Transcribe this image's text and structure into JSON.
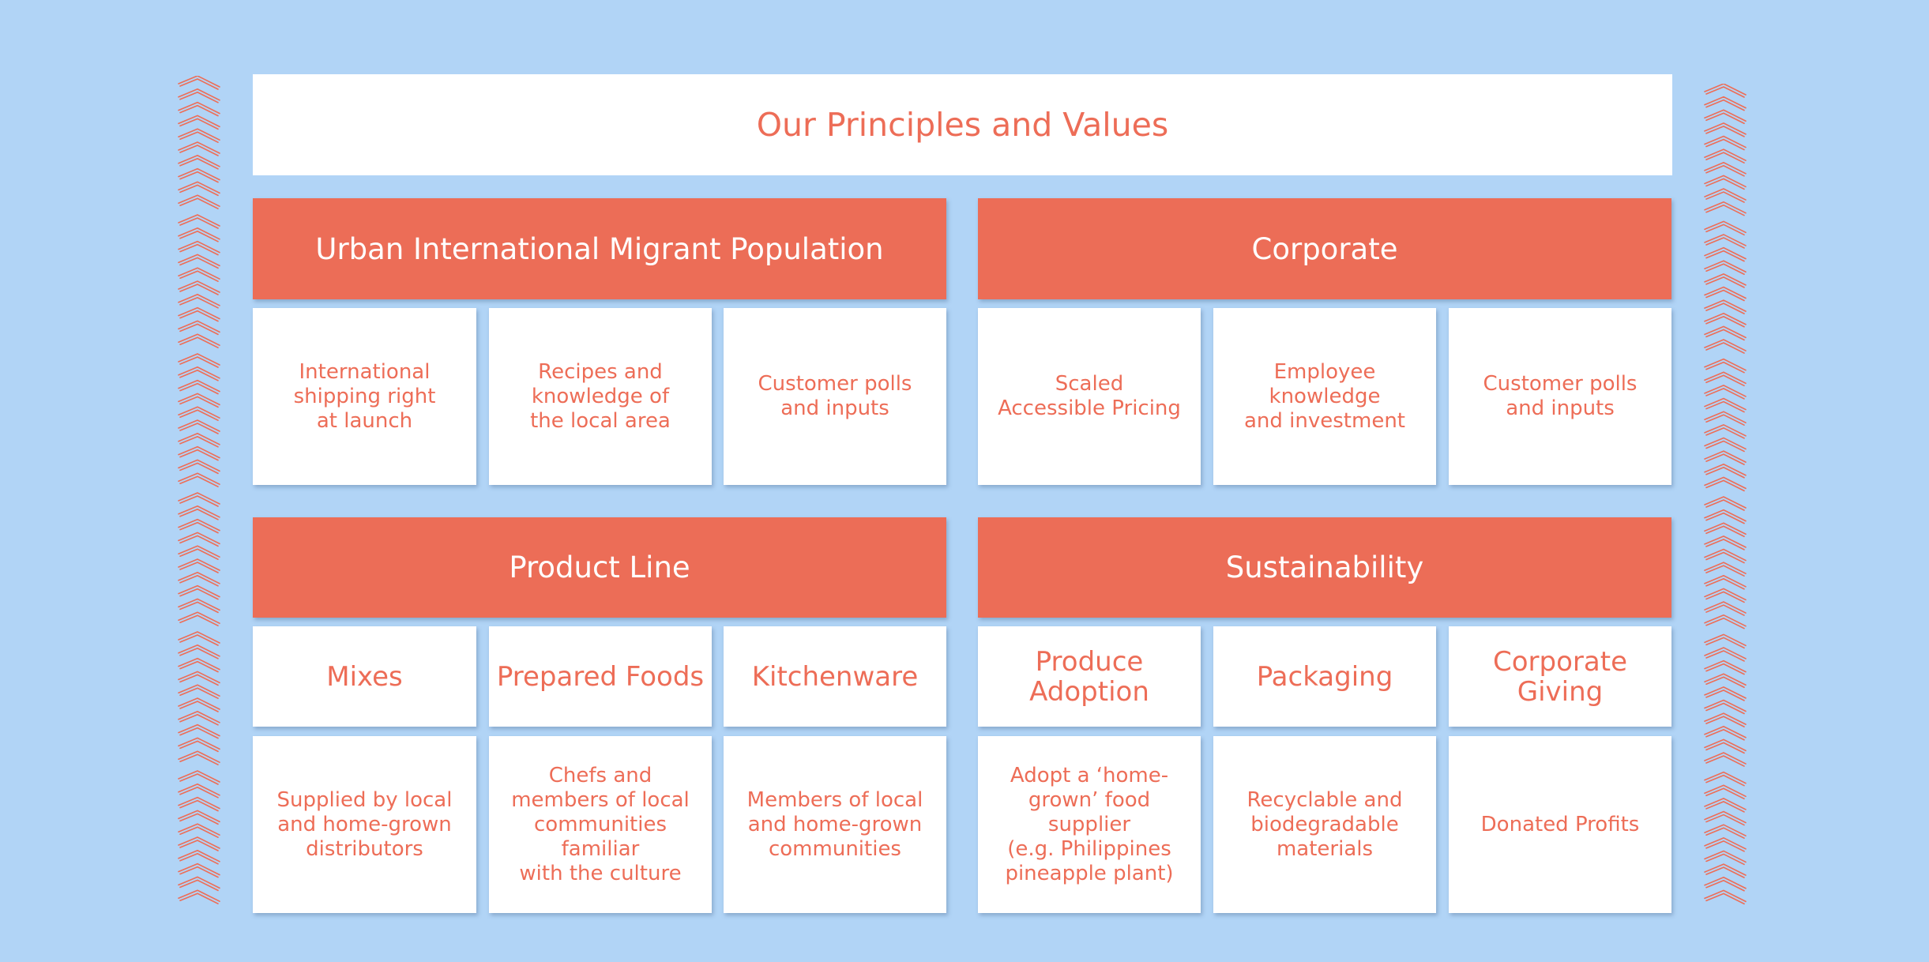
{
  "title": "Our Principles and Values",
  "sections": [
    {
      "heading": "Urban International Migrant Population",
      "items": [
        "International\nshipping right\nat launch",
        "Recipes and\nknowledge of\nthe local area",
        "Customer polls\nand inputs"
      ]
    },
    {
      "heading": "Corporate",
      "items": [
        "Scaled\nAccessible Pricing",
        "Employee\nknowledge\nand investment",
        "Customer polls\nand inputs"
      ]
    },
    {
      "heading": "Product Line",
      "categories": [
        "Mixes",
        "Prepared Foods",
        "Kitchenware"
      ],
      "items": [
        "Supplied by local\nand home-grown\ndistributors",
        "Chefs and\nmembers of local\ncommunities familiar\nwith the culture",
        "Members of local\nand home-grown\ncommunities"
      ]
    },
    {
      "heading": "Sustainability",
      "categories": [
        "Produce\nAdoption",
        "Packaging",
        "Corporate\nGiving"
      ],
      "items": [
        "Adopt a ‘home-\ngrown’ food supplier\n(e.g. Philippines\npineapple plant)",
        "Recyclable and\nbiodegradable\nmaterials",
        "Donated Profits"
      ]
    }
  ],
  "colors": {
    "background": "#b1d4f6",
    "accent": "#ed6d57",
    "card": "#ffffff"
  },
  "decoration": "feather-border-pattern"
}
